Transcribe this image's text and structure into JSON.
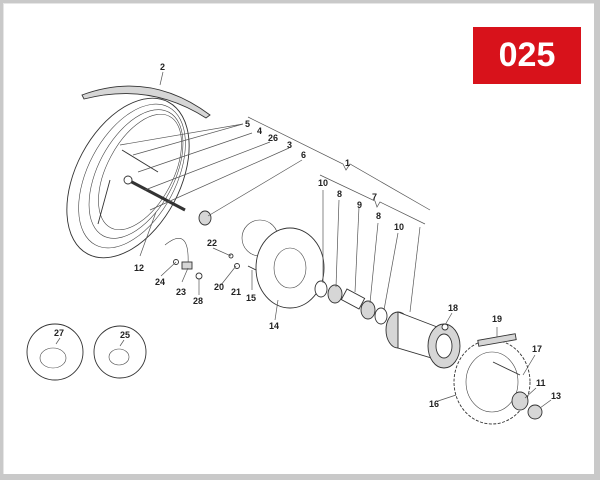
{
  "diagram": {
    "badge": {
      "text": "025",
      "color": "#d8121b"
    },
    "frame_color": "#c9c9c9",
    "subject": "rear wheel exploded parts view",
    "groups": [
      {
        "label": "1",
        "description": "assembly bracket (upper)"
      },
      {
        "label": "7",
        "description": "assembly bracket (lower)"
      }
    ],
    "callouts": [
      {
        "id": "2",
        "label": "2"
      },
      {
        "id": "5",
        "label": "5"
      },
      {
        "id": "4",
        "label": "4"
      },
      {
        "id": "26",
        "label": "26"
      },
      {
        "id": "3",
        "label": "3"
      },
      {
        "id": "6",
        "label": "6"
      },
      {
        "id": "1",
        "label": "1"
      },
      {
        "id": "10a",
        "label": "10"
      },
      {
        "id": "8a",
        "label": "8"
      },
      {
        "id": "9",
        "label": "9"
      },
      {
        "id": "7",
        "label": "7"
      },
      {
        "id": "8b",
        "label": "8"
      },
      {
        "id": "10b",
        "label": "10"
      },
      {
        "id": "12",
        "label": "12"
      },
      {
        "id": "22",
        "label": "22"
      },
      {
        "id": "24",
        "label": "24"
      },
      {
        "id": "23",
        "label": "23"
      },
      {
        "id": "28",
        "label": "28"
      },
      {
        "id": "20",
        "label": "20"
      },
      {
        "id": "21",
        "label": "21"
      },
      {
        "id": "15",
        "label": "15"
      },
      {
        "id": "14",
        "label": "14"
      },
      {
        "id": "18",
        "label": "18"
      },
      {
        "id": "19",
        "label": "19"
      },
      {
        "id": "17",
        "label": "17"
      },
      {
        "id": "16",
        "label": "16"
      },
      {
        "id": "11",
        "label": "11"
      },
      {
        "id": "13",
        "label": "13"
      },
      {
        "id": "27",
        "label": "27"
      },
      {
        "id": "25",
        "label": "25"
      }
    ],
    "insets": [
      {
        "label": "27",
        "description": "hose clamp detail"
      },
      {
        "label": "25",
        "description": "hose clamp detail"
      }
    ]
  }
}
